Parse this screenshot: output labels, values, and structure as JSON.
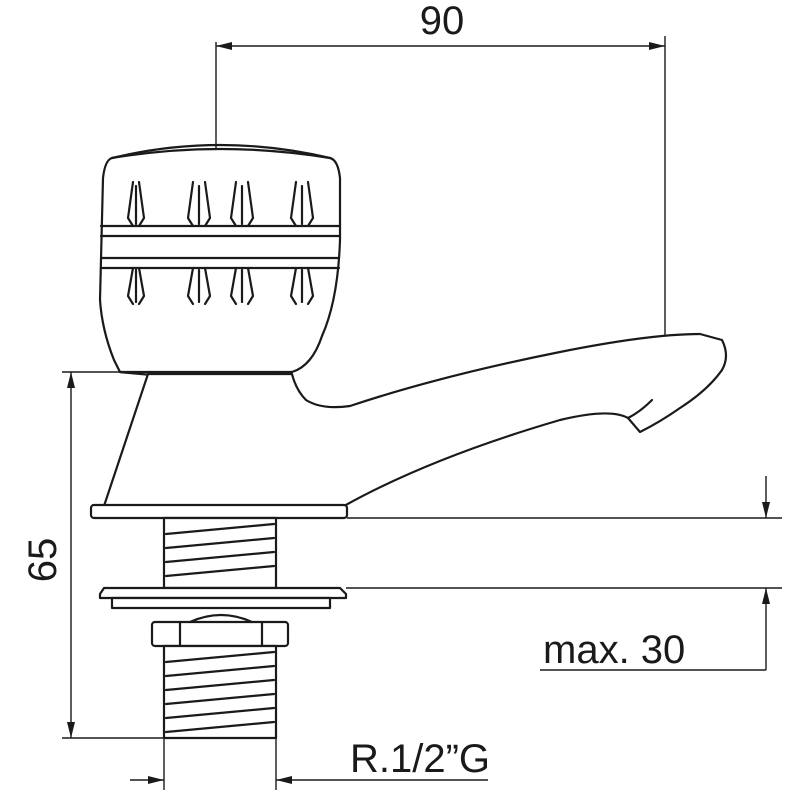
{
  "dimensions": {
    "width": "90",
    "height": "65",
    "max_thickness": "max. 30",
    "thread": "R.1/2”G"
  },
  "colors": {
    "line": "#1a1a1a",
    "background": "#ffffff"
  }
}
